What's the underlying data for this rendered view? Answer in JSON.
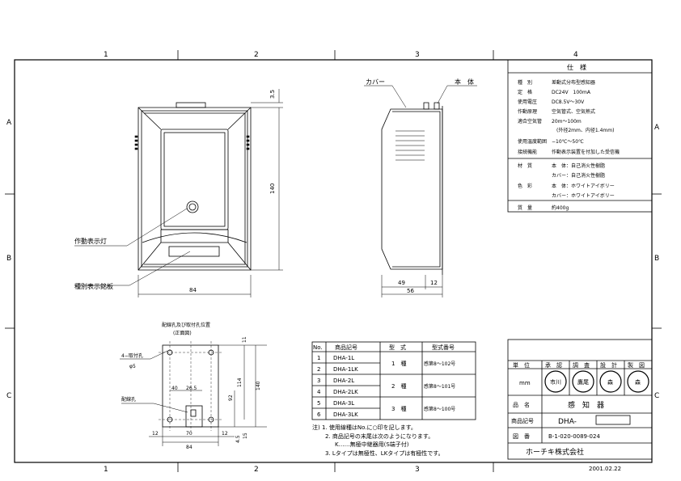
{
  "border": {
    "col_labels": [
      "1",
      "2",
      "3",
      "4"
    ],
    "row_labels": [
      "A",
      "B",
      "C"
    ]
  },
  "callouts": {
    "cover": "カバー",
    "body": "本　体",
    "indicator_lamp": "作動表示灯",
    "type_plate": "種別表示銘板",
    "mount_holes": "4−取付孔",
    "mount_hole_dia": "φ5",
    "wire_hole": "配線孔"
  },
  "dimensions": {
    "top_offset": "3.5",
    "height": "140",
    "width_front": "84",
    "depth_body": "49",
    "depth_cap": "12",
    "depth_total": "56",
    "hole_11": "11",
    "hole_114": "114",
    "hole_140": "140",
    "hole_40": "40",
    "hole_26_5": "26.5",
    "hole_92": "92",
    "hole_12a": "12",
    "hole_70": "70",
    "hole_12b": "12",
    "hole_84": "84",
    "hole_4_5": "4.5",
    "hole_15": "15"
  },
  "hole_view": {
    "title": "配線孔及び取付孔位置",
    "subtitle": "(正面図)"
  },
  "spec": {
    "title": "仕　様",
    "rows": [
      {
        "label": "種　別",
        "value": "差動式分布型感知器"
      },
      {
        "label": "定　格",
        "value": "DC24V　100mA"
      },
      {
        "label": "使用電圧",
        "value": "DC8.5V〜30V"
      },
      {
        "label": "作動原理",
        "value": "空気管式、空気熱式"
      },
      {
        "label": "適合空気管",
        "value": "20m〜100m"
      },
      {
        "label": "",
        "value": "(外径2mm、内径1.4mm)"
      },
      {
        "label": "使用温度範囲",
        "value": "−10℃〜50℃"
      },
      {
        "label": "接続機能",
        "value": "作動表示装置を付加した受信機"
      }
    ],
    "material_label": "材　質",
    "material_body": "本　体：自己消火性樹脂",
    "material_cover": "カバー：自己消火性樹脂",
    "color_label": "色　彩",
    "color_body": "本　体：ホワイトアイボリー",
    "color_cover": "カバー：ホワイトアイボリー",
    "weight_label": "質　量",
    "weight_value": "約400g"
  },
  "model_table": {
    "headers": [
      "No.",
      "商品記号",
      "型　式",
      "型式番号"
    ],
    "rows": [
      {
        "no": "1",
        "code": "DHA-1L"
      },
      {
        "no": "2",
        "code": "DHA-1LK"
      },
      {
        "no": "3",
        "code": "DHA-2L"
      },
      {
        "no": "4",
        "code": "DHA-2LK"
      },
      {
        "no": "5",
        "code": "DHA-3L"
      },
      {
        "no": "6",
        "code": "DHA-3LK"
      }
    ],
    "groups": [
      {
        "type": "1　種",
        "number": "感第8〜102号"
      },
      {
        "type": "2　種",
        "number": "感第8〜101号"
      },
      {
        "type": "3　種",
        "number": "感第8〜100号"
      }
    ]
  },
  "notes": [
    "注) 1. 使用線種はNo.に○印を記します。",
    "2. 商品記号の末尾は次のようになります。",
    "K……無極中継器用(S端子付)",
    "3. Lタイプは無極性、LKタイプは有極性です。"
  ],
  "title_block": {
    "unit_label": "単　位",
    "unit_value": "mm",
    "stamps_header": [
      "承　認",
      "調　査",
      "設　計",
      "製　図"
    ],
    "stamps": [
      "市川",
      "鷹尾",
      "森",
      "森"
    ],
    "name_label": "品　名",
    "name_value": "感　知　器",
    "code_label": "商品記号",
    "code_value": "DHA-",
    "drawing_label": "図　番",
    "drawing_value": "B-1-020-0089-024",
    "company": "ホーチキ株式会社",
    "date": "2001.02.22"
  }
}
